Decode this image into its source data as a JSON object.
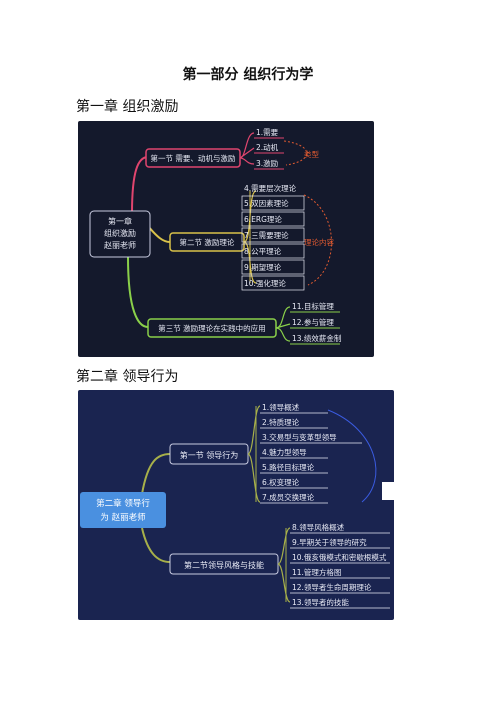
{
  "document": {
    "title": "第一部分 组织行为学",
    "chapter1_heading": "第一章 组织激励",
    "chapter2_heading": "第二章 领导行为"
  },
  "map1": {
    "root": [
      "第一章",
      "组织激励",
      "赵丽老师"
    ],
    "section1": "第一节 需要、动机与激励",
    "section1_items": [
      "1.需要",
      "2.动机",
      "3.激励"
    ],
    "section1_note": "类型",
    "section2": "第二节 激励理论",
    "section2_items": [
      "4.需要层次理论",
      "5.双因素理论",
      "6.ERG理论",
      "7.三需要理论",
      "8.公平理论",
      "9.期望理论",
      "10.强化理论"
    ],
    "section2_note": "理论内容",
    "section3": "第三节 激励理论在实践中的应用",
    "section3_items": [
      "11.目标管理",
      "12.参与管理",
      "13.绩效薪金制"
    ],
    "colors": {
      "section1": "#e0456e",
      "section2": "#d9c24a",
      "section3": "#8ad04a",
      "note": "#e05a30"
    }
  },
  "map2": {
    "root": [
      "第二章 领导行",
      "为  赵丽老师"
    ],
    "section1": "第一节 领导行为",
    "section1_items": [
      "1.领导概述",
      "2.特质理论",
      "3.交易型与变革型领导",
      "4.魅力型领导",
      "5.路径目标理论",
      "6.权变理论",
      "7.成员交换理论"
    ],
    "section2": "第二节领导风格与技能",
    "section2_items": [
      "8.领导风格概述",
      "9.早期关于领导的研究",
      "10.俄亥俄模式和密歇根模式",
      "11.管理方格图",
      "12.领导者生命周期理论",
      "13.领导者的技能"
    ],
    "colors": {
      "root": "#4a90e0",
      "branch": "#a7b04a"
    }
  }
}
